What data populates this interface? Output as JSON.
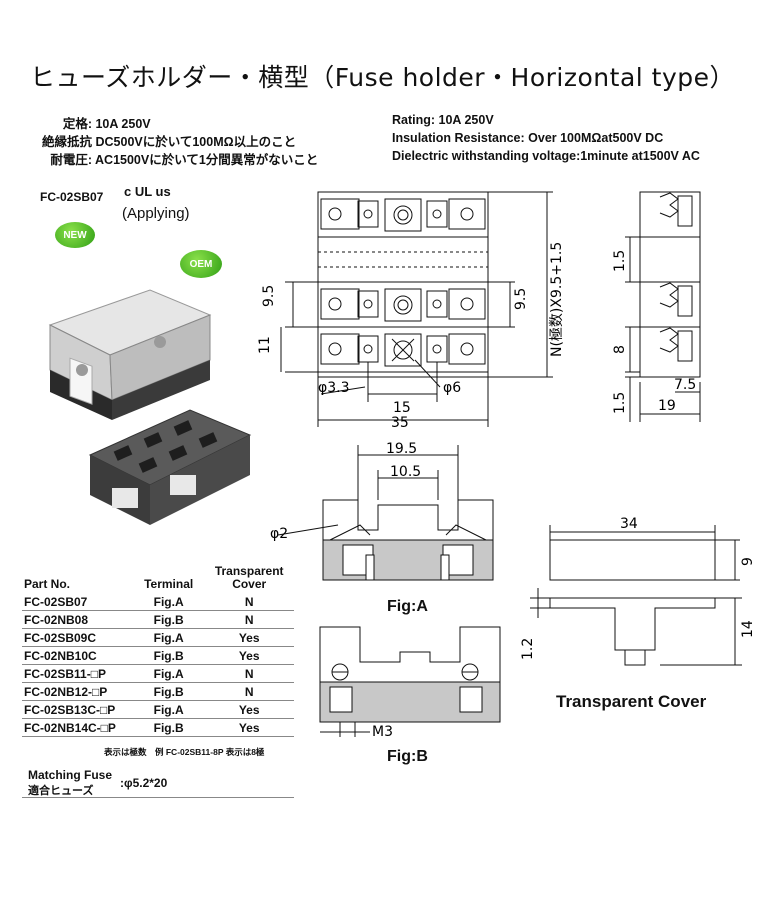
{
  "title": "ヒューズホルダー・横型（Fuse holder・Horizontal type）",
  "specs_jp": [
    {
      "key": "定格:",
      "value": "10A 250V"
    },
    {
      "key": "絶縁抵抗",
      "value": "DC500Vに於いて100MΩ以上のこと"
    },
    {
      "key": "耐電圧:",
      "value": "AC1500Vに於いて1分間異常がないこと"
    }
  ],
  "specs_en": [
    "Rating: 10A 250V",
    "Insulation Resistance: Over 100MΩat500V DC",
    "Dielectric withstanding voltage:1minute at1500V AC"
  ],
  "model": "FC-02SB07",
  "certification_mark": "c UL us",
  "applying": "(Applying)",
  "badges": {
    "new": "NEW",
    "oem": "OEM"
  },
  "top_view_dims": {
    "pitch_a": "9.5",
    "pitch_b": "9.5",
    "height_11": "11",
    "hole_small": "φ3.3",
    "spacing": "15",
    "hole_large": "φ6",
    "width": "35",
    "formula": "N(極数)X9.5+1.5"
  },
  "side_view_dims": {
    "a": "1.5",
    "b": "8",
    "c": "1.5",
    "d": "7.5",
    "e": "19"
  },
  "fig_a_dims": {
    "outer": "19.5",
    "inner": "10.5",
    "pin": "φ2"
  },
  "fig_b_dims": {
    "screw": "M3"
  },
  "cover_dims": {
    "length": "34",
    "height": "9",
    "flange": "1.2",
    "total": "14"
  },
  "labels": {
    "fig_a": "Fig:A",
    "fig_b": "Fig:B",
    "cover": "Transparent Cover"
  },
  "table": {
    "headers": [
      "Part No.",
      "Terminal",
      "Transparent Cover"
    ],
    "rows": [
      [
        "FC-02SB07",
        "Fig.A",
        "N"
      ],
      [
        "FC-02NB08",
        "Fig.B",
        "N"
      ],
      [
        "FC-02SB09C",
        "Fig.A",
        "Yes"
      ],
      [
        "FC-02NB10C",
        "Fig.B",
        "Yes"
      ],
      [
        "FC-02SB11-□P",
        "Fig.A",
        "N"
      ],
      [
        "FC-02NB12-□P",
        "Fig.B",
        "N"
      ],
      [
        "FC-02SB13C-□P",
        "Fig.A",
        "Yes"
      ],
      [
        "FC-02NB14C-□P",
        "Fig.B",
        "Yes"
      ]
    ],
    "note": "表示は極数　例  FC-02SB11-8P 表示は8極"
  },
  "fuse": {
    "label_en": "Matching Fuse",
    "label_jp": "適合ヒューズ",
    "value": ":φ5.2*20"
  }
}
